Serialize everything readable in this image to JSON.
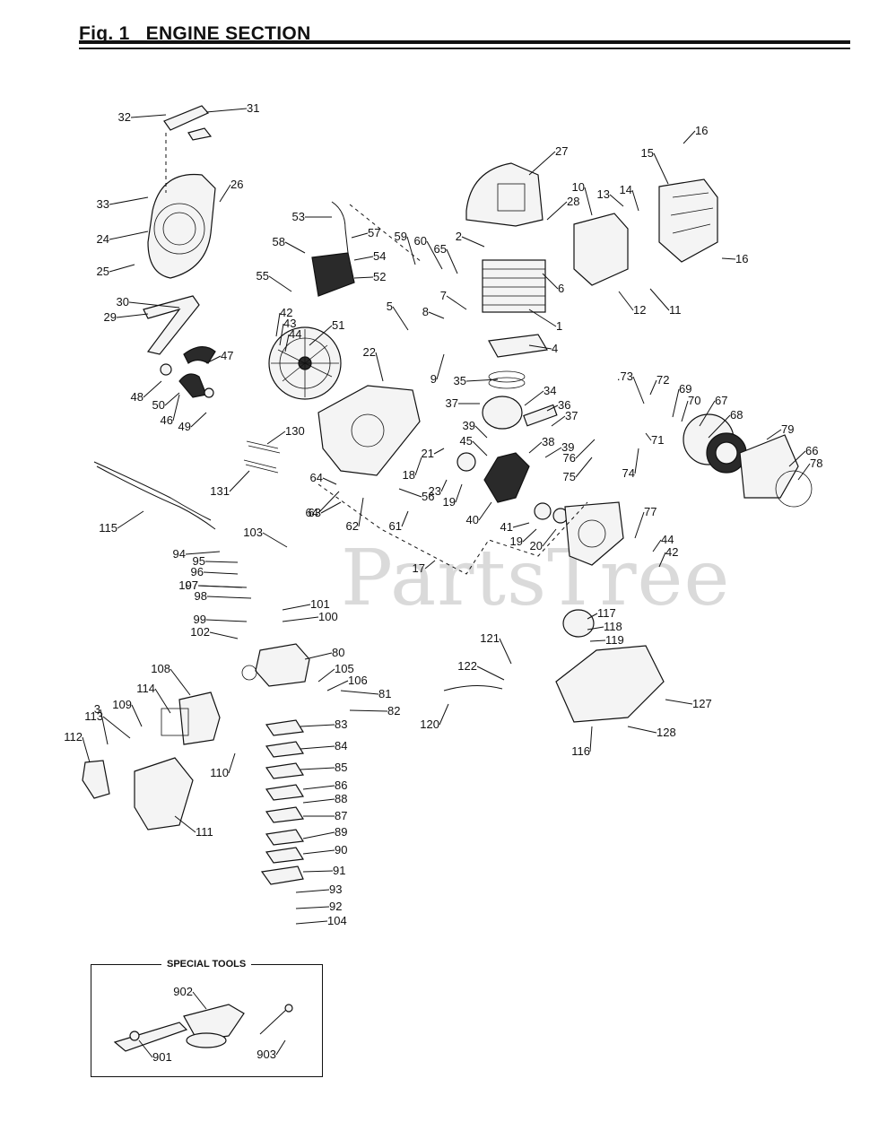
{
  "header": {
    "fig_label": "Fig. 1",
    "title": "ENGINE SECTION"
  },
  "special_tools": {
    "title": "SPECIAL TOOLS"
  },
  "watermark": "PartsTree",
  "callouts": [
    {
      "n": "1"
    },
    {
      "n": "2"
    },
    {
      "n": "3"
    },
    {
      "n": "4"
    },
    {
      "n": "5"
    },
    {
      "n": "6"
    },
    {
      "n": "7"
    },
    {
      "n": "8"
    },
    {
      "n": "9"
    },
    {
      "n": "10"
    },
    {
      "n": "11"
    },
    {
      "n": "12"
    },
    {
      "n": "13"
    },
    {
      "n": "14"
    },
    {
      "n": "15"
    },
    {
      "n": "16"
    },
    {
      "n": "16"
    },
    {
      "n": "17"
    },
    {
      "n": "18"
    },
    {
      "n": "19"
    },
    {
      "n": "19"
    },
    {
      "n": "20"
    },
    {
      "n": "21"
    },
    {
      "n": "22"
    },
    {
      "n": "23"
    },
    {
      "n": "24"
    },
    {
      "n": "25"
    },
    {
      "n": "26"
    },
    {
      "n": "27"
    },
    {
      "n": "28"
    },
    {
      "n": "29"
    },
    {
      "n": "30"
    },
    {
      "n": "31"
    },
    {
      "n": "32"
    },
    {
      "n": "33"
    },
    {
      "n": "34"
    },
    {
      "n": "35"
    },
    {
      "n": "36"
    },
    {
      "n": "37"
    },
    {
      "n": "37"
    },
    {
      "n": "38"
    },
    {
      "n": "39"
    },
    {
      "n": "39"
    },
    {
      "n": "40"
    },
    {
      "n": "41"
    },
    {
      "n": "42"
    },
    {
      "n": "42"
    },
    {
      "n": "43"
    },
    {
      "n": "44"
    },
    {
      "n": "44"
    },
    {
      "n": "45"
    },
    {
      "n": "46"
    },
    {
      "n": "47"
    },
    {
      "n": "48"
    },
    {
      "n": "49"
    },
    {
      "n": "50"
    },
    {
      "n": "51"
    },
    {
      "n": "52"
    },
    {
      "n": "53"
    },
    {
      "n": "54"
    },
    {
      "n": "55"
    },
    {
      "n": "56"
    },
    {
      "n": "57"
    },
    {
      "n": "58"
    },
    {
      "n": "59"
    },
    {
      "n": "60"
    },
    {
      "n": "61"
    },
    {
      "n": "62"
    },
    {
      "n": "63"
    },
    {
      "n": "64"
    },
    {
      "n": "64"
    },
    {
      "n": "65"
    },
    {
      "n": "66"
    },
    {
      "n": "67"
    },
    {
      "n": "68"
    },
    {
      "n": "69"
    },
    {
      "n": "70"
    },
    {
      "n": "71"
    },
    {
      "n": "72"
    },
    {
      "n": ".73"
    },
    {
      "n": "74"
    },
    {
      "n": "75"
    },
    {
      "n": "76"
    },
    {
      "n": "77"
    },
    {
      "n": "78"
    },
    {
      "n": "79"
    },
    {
      "n": "80"
    },
    {
      "n": "81"
    },
    {
      "n": "82"
    },
    {
      "n": "83"
    },
    {
      "n": "84"
    },
    {
      "n": "85"
    },
    {
      "n": "86"
    },
    {
      "n": "87"
    },
    {
      "n": "88"
    },
    {
      "n": "89"
    },
    {
      "n": "90"
    },
    {
      "n": "91"
    },
    {
      "n": "92"
    },
    {
      "n": "93"
    },
    {
      "n": "94"
    },
    {
      "n": "95"
    },
    {
      "n": "96"
    },
    {
      "n": "97"
    },
    {
      "n": "98"
    },
    {
      "n": "99"
    },
    {
      "n": "100"
    },
    {
      "n": "101"
    },
    {
      "n": "102"
    },
    {
      "n": "103"
    },
    {
      "n": "104"
    },
    {
      "n": "105"
    },
    {
      "n": "106"
    },
    {
      "n": "107"
    },
    {
      "n": "108"
    },
    {
      "n": "109"
    },
    {
      "n": "110"
    },
    {
      "n": "111"
    },
    {
      "n": "112"
    },
    {
      "n": "113"
    },
    {
      "n": "114"
    },
    {
      "n": "115"
    },
    {
      "n": "116"
    },
    {
      "n": "117"
    },
    {
      "n": "118"
    },
    {
      "n": "119"
    },
    {
      "n": "120"
    },
    {
      "n": "121"
    },
    {
      "n": "122"
    },
    {
      "n": "127"
    },
    {
      "n": "128"
    },
    {
      "n": "130"
    },
    {
      "n": "131"
    },
    {
      "n": "901"
    },
    {
      "n": "902"
    },
    {
      "n": "903"
    }
  ]
}
